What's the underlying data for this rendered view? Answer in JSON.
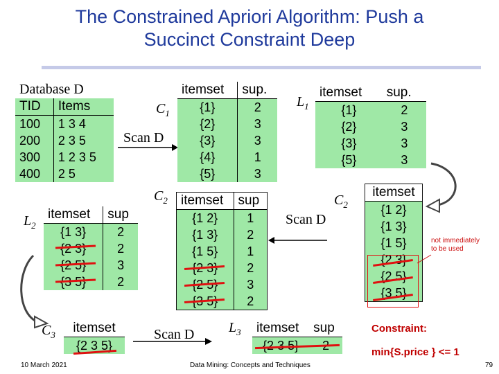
{
  "title": {
    "line1": "The Constrained Apriori Algorithm: Push a",
    "line2": "Succinct Constraint Deep"
  },
  "database": {
    "label": "Database D",
    "headers": [
      "TID",
      "Items"
    ],
    "rows": [
      [
        "100",
        "1 3 4"
      ],
      [
        "200",
        "2 3 5"
      ],
      [
        "300",
        "1 2 3 5"
      ],
      [
        "400",
        "2 5"
      ]
    ]
  },
  "labels": {
    "c1": "C",
    "c1_sub": "1",
    "l1": "L",
    "l1_sub": "1",
    "c2a": "C",
    "c2a_sub": "2",
    "c2b": "C",
    "c2b_sub": "2",
    "l2": "L",
    "l2_sub": "2",
    "c3": "C",
    "c3_sub": "3",
    "l3": "L",
    "l3_sub": "3",
    "scan_d_1": "Scan D",
    "scan_d_2": "Scan D",
    "scan_d_3": "Scan D"
  },
  "c1": {
    "headers": [
      "itemset",
      "sup."
    ],
    "rows": [
      [
        "{1}",
        "2"
      ],
      [
        "{2}",
        "3"
      ],
      [
        "{3}",
        "3"
      ],
      [
        "{4}",
        "1"
      ],
      [
        "{5}",
        "3"
      ]
    ]
  },
  "l1": {
    "headers": [
      "itemset",
      "sup."
    ],
    "rows": [
      [
        "{1}",
        "2"
      ],
      [
        "{2}",
        "3"
      ],
      [
        "{3}",
        "3"
      ],
      [
        "{5}",
        "3"
      ]
    ]
  },
  "c2_sup": {
    "headers": [
      "itemset",
      "sup"
    ],
    "rows": [
      [
        "{1 2}",
        "1"
      ],
      [
        "{1 3}",
        "2"
      ],
      [
        "{1 5}",
        "1"
      ],
      [
        "{2 3}",
        "2"
      ],
      [
        "{2 5}",
        "3"
      ],
      [
        "{3 5}",
        "2"
      ]
    ]
  },
  "c2_list": {
    "header": "itemset",
    "rows": [
      "{1 2}",
      "{1 3}",
      "{1 5}",
      "{2 3}",
      "{2 5}",
      "{3 5}"
    ]
  },
  "l2": {
    "headers": [
      "itemset",
      "sup"
    ],
    "rows": [
      [
        "{1 3}",
        "2"
      ],
      [
        "{2 3}",
        "2"
      ],
      [
        "{2 5}",
        "3"
      ],
      [
        "{3 5}",
        "2"
      ]
    ]
  },
  "c3": {
    "header": "itemset",
    "rows": [
      "{2 3 5}"
    ]
  },
  "l3": {
    "headers": [
      "itemset",
      "sup"
    ],
    "rows": [
      [
        "{2 3 5}",
        "2"
      ]
    ]
  },
  "note": {
    "line1": "not immediately",
    "line2": "to be used"
  },
  "constraint": {
    "label": "Constraint:",
    "expr": "min{S.price } <= 1"
  },
  "footer": {
    "date": "10 March 2021",
    "center": "Data Mining: Concepts and Techniques",
    "page": "79"
  },
  "colors": {
    "title": "#1f3a9c",
    "table_fill": "#9fe8a6",
    "strike": "#e01010",
    "constraint": "#c00000"
  }
}
